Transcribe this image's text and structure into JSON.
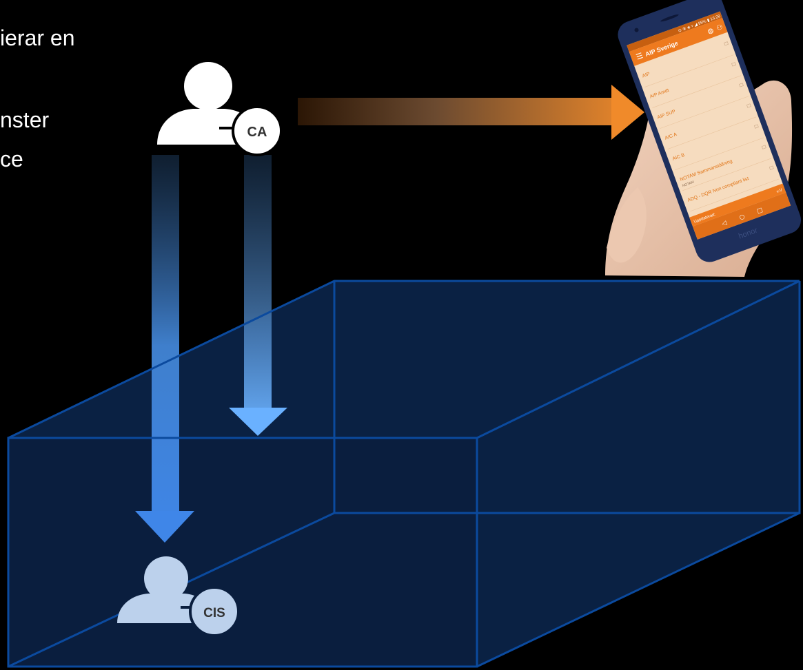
{
  "slide_text": {
    "line1": "ierar en",
    "line2": "nster",
    "line3": "ce"
  },
  "actors": {
    "top": {
      "badge": "CA",
      "icon": "person-icon"
    },
    "bottom": {
      "badge": "CIS",
      "icon": "person-icon"
    }
  },
  "phone": {
    "status_bar": "⊙ ⑧ ◈ ▿ ◢ 95% ▮ 13:28",
    "app_title": "AIP Sverige",
    "menu_items": [
      {
        "label": "AIP",
        "sub": ""
      },
      {
        "label": "AIP Amdt",
        "sub": ""
      },
      {
        "label": "AIP SUP",
        "sub": ""
      },
      {
        "label": "AIC A",
        "sub": ""
      },
      {
        "label": "AIC B",
        "sub": ""
      },
      {
        "label": "NOTAM Sammanställning",
        "sub": "NOTAM"
      },
      {
        "label": "ADQ - DQR Non compliant list",
        "sub": ""
      }
    ],
    "footer_left": "Uppdaterad:",
    "footer_right": "v.V",
    "brand": "honor"
  },
  "colors": {
    "background": "#000000",
    "box_stroke": "#0b4a9e",
    "box_fill": "#0a2348",
    "arrow_blue": "#5aa6ff",
    "arrow_orange": "#f08a2a",
    "person_white": "#ffffff",
    "person_light": "#bcd1ec",
    "app_orange": "#ee7a1e"
  }
}
